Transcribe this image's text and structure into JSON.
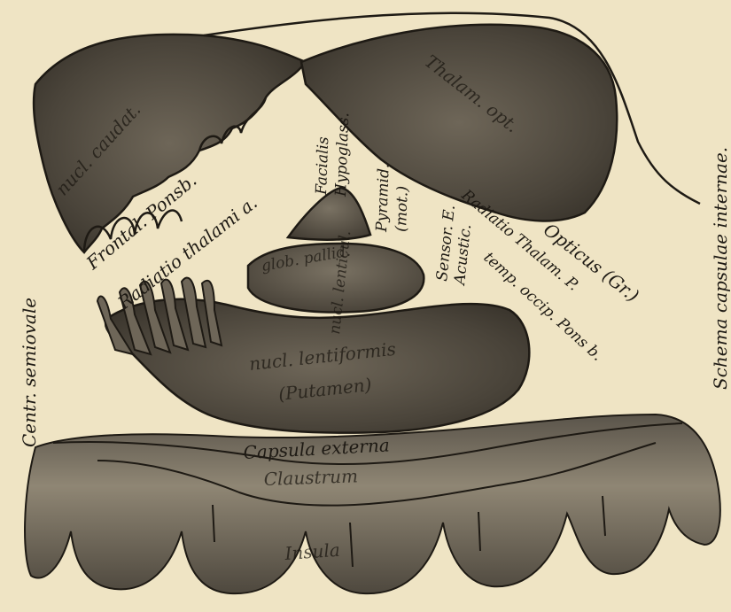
{
  "labels": {
    "nucl_caudat": "nucl. caudat.",
    "thalam_opt": "Thalam. opt.",
    "frontal_pons": "Frontal. Ponsb.",
    "radiatio_thalami_a": "Radiatio thalami a.",
    "facialis": "Facialis",
    "hypoglass": "Hypoglass.",
    "pyramid": "Pyramid.",
    "mot": "(mot.)",
    "sensor_e": "Sensor. E.",
    "acustic": "Acustic.",
    "radiatio_thalam_p": "Radiatio Thalam. P.",
    "opticus": "Opticus (Gr.)",
    "temp_occip_pons": "temp. occip. Pons b.",
    "glob_pallid": "glob. pallid.",
    "nucl_lenticul": "nucl. lenticul.",
    "nucl_lentiformis": "nucl. lentiformis",
    "putamen": "(Putamen)",
    "capsula_externa": "Capsula externa",
    "claustrum": "Claustrum",
    "insula": "Insula",
    "centr_semiovale": "Centr. semiovale",
    "schema": "Schema capsulae internae."
  },
  "colors": {
    "paper": "#efe4c4",
    "gray_matter": "#4a443a",
    "gray_matter_light": "#6e6658",
    "ink": "#1e1a14"
  }
}
